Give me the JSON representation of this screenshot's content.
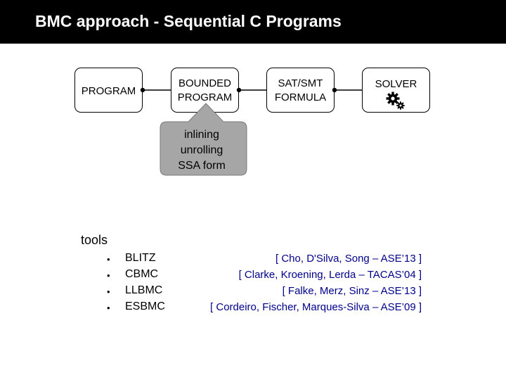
{
  "header": {
    "title": "BMC approach - Sequential C Programs"
  },
  "flow": {
    "program": [
      "PROGRAM"
    ],
    "bounded_program": [
      "BOUNDED",
      "PROGRAM"
    ],
    "formula": [
      "SAT/SMT",
      "FORMULA"
    ],
    "solver": [
      "SOLVER"
    ],
    "solver_icon": "gears-icon"
  },
  "callout": {
    "lines": [
      "inlining",
      "unrolling",
      "SSA form"
    ],
    "fill": "#a6a6a6"
  },
  "tools": {
    "heading": "tools",
    "bullet": "•",
    "items": [
      {
        "name": "BLITZ",
        "citation": "[ Cho, D'Silva, Song – ASE’13 ]"
      },
      {
        "name": "CBMC",
        "citation": "[ Clarke, Kroening, Lerda – TACAS’04 ]"
      },
      {
        "name": "LLBMC",
        "citation": "[ Falke, Merz, Sinz – ASE’13 ]"
      },
      {
        "name": "ESBMC",
        "citation": "[ Cordeiro, Fischer, Marques-Silva – ASE’09 ]"
      }
    ]
  },
  "colors": {
    "title_bar": "#000000",
    "citation": "#00008b"
  }
}
